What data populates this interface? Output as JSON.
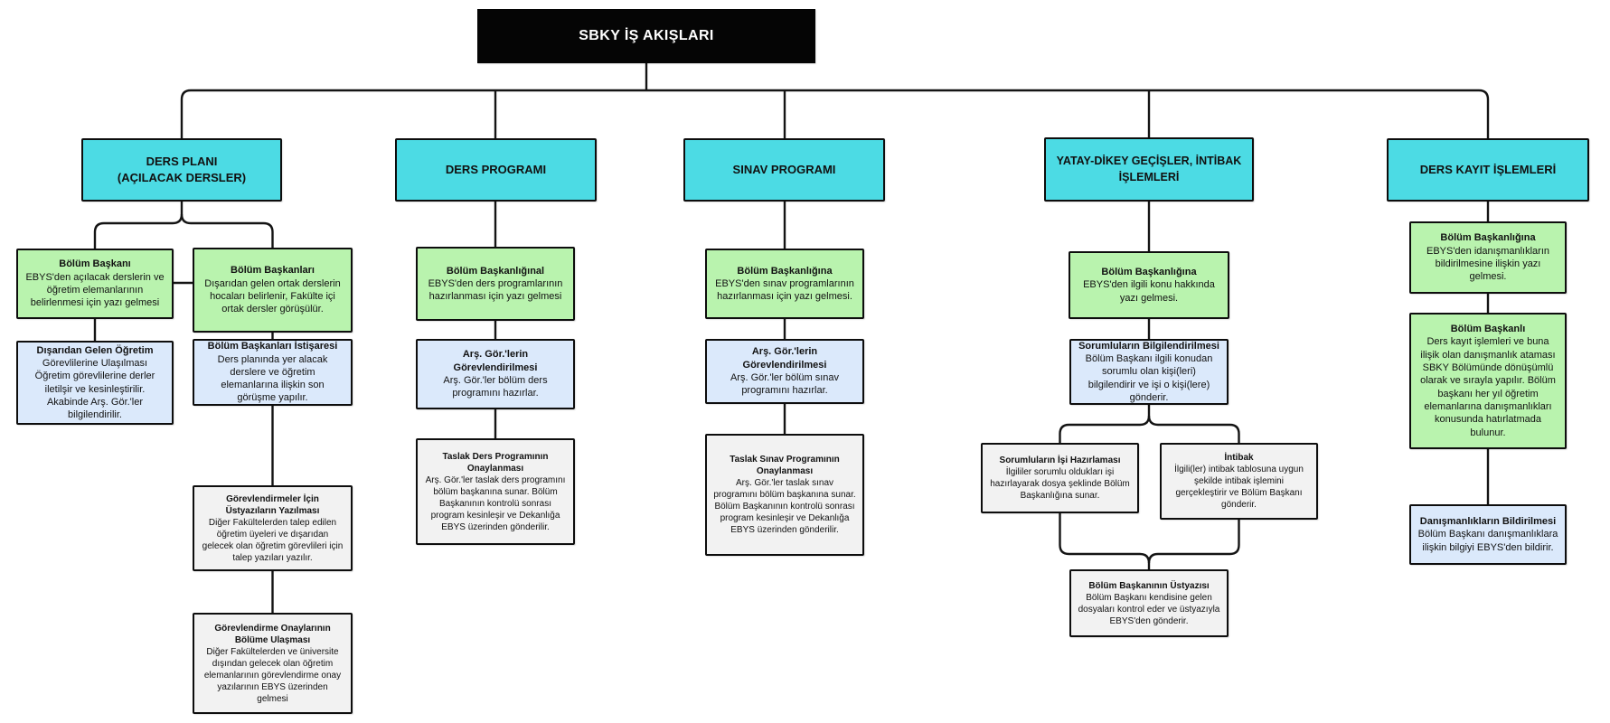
{
  "diagram": {
    "title": "SBKY İŞ AKIŞLARI",
    "colors": {
      "title_bg": "#050505",
      "title_text": "#ffffff",
      "header_fill": "#4cdbe4",
      "start_fill": "#b9f3ae",
      "info_fill": "#dbe9fb",
      "task_fill": "#f2f2f2",
      "node_border": "#0d0d0d",
      "line": "#141414"
    },
    "branches": {
      "ders_plani": {
        "header": "DERS PLANI\n(AÇILACAK DERSLER)",
        "nodes": {
          "bolum_baskani": {
            "title": "Bölüm Başkanı",
            "body": "EBYS'den açılacak derslerin ve öğretim elemanlarının belirlenmesi için yazı gelmesi"
          },
          "bolum_baskanlari": {
            "title": "Bölüm Başkanları",
            "body": "Dışarıdan gelen ortak derslerin hocaları belirlenir, Fakülte içi ortak dersler görüşülür."
          },
          "disaridan_gelen": {
            "title": "Dışarıdan Gelen Öğretim",
            "body": "Görevlilerine Ulaşılması\nÖğretim görevlilerine derler iletilşir ve kesinleştirilir. Akabinde Arş. Gör.'ler bilgilendirilir."
          },
          "istisare": {
            "title": "Bölüm Başkanları İstişaresi",
            "body": "Ders planında yer alacak derslere ve öğretim elemanlarına ilişkin son görüşme yapılır."
          },
          "ustyazilar": {
            "title": "Görevlendirmeler İçin Üstyazıların Yazılması",
            "body": "Diğer Fakültelerden talep edilen öğretim üyeleri ve dışarıdan gelecek olan öğretim görevlileri için talep yazıları yazılır."
          },
          "onaylar": {
            "title": "Görevlendirme Onaylarının Bölüme Ulaşması",
            "body": "Diğer Fakültelerden ve üniversite dışından gelecek olan öğretim elemanlarının görevlendirme onay yazılarının EBYS üzerinden gelmesi"
          }
        }
      },
      "ders_programi": {
        "header": "DERS PROGRAMI",
        "nodes": {
          "baskanligina": {
            "title": "Bölüm Başkanlığınal",
            "body": "EBYS'den ders programlarının hazırlanması için yazı gelmesi"
          },
          "gorevlendirme": {
            "title": "Arş. Gör.'lerin Görevlendirilmesi",
            "body": "Arş. Gör.'ler bölüm ders programını hazırlar."
          },
          "taslak": {
            "title": "Taslak Ders Programının Onaylanması",
            "body": "Arş. Gör.'ler taslak ders programını bölüm başkanına sunar. Bölüm Başkanının kontrolü sonrası program kesinleşir ve Dekanlığa EBYS üzerinden gönderilir."
          }
        }
      },
      "sinav_programi": {
        "header": "SINAV PROGRAMI",
        "nodes": {
          "baskanligina": {
            "title": "Bölüm Başkanlığına",
            "body": "EBYS'den sınav programlarının hazırlanması için yazı gelmesi."
          },
          "gorevlendirme": {
            "title": "Arş. Gör.'lerin Görevlendirilmesi",
            "body": "Arş. Gör.'ler bölüm sınav programını hazırlar."
          },
          "taslak": {
            "title": "Taslak Sınav Programının Onaylanması",
            "body": "Arş. Gör.'ler taslak sınav programını bölüm başkanına sunar. Bölüm Başkanının kontrolü sonrası program kesinleşir ve Dekanlığa EBYS üzerinden gönderilir."
          }
        }
      },
      "gecisler": {
        "header": "YATAY-DİKEY GEÇİŞLER, İNTİBAK\nİŞLEMLERİ",
        "nodes": {
          "baskanligina": {
            "title": "Bölüm Başkanlığına",
            "body": "EBYS'den ilgili konu hakkında yazı gelmesi."
          },
          "bilgilendirme": {
            "title": "Sorumluların Bilgilendirilmesi",
            "body": "Bölüm Başkanı ilgili konudan sorumlu olan kişi(leri) bilgilendirir ve işi o kişi(lere) gönderir."
          },
          "isi_hazirlama": {
            "title": "Sorumluların İşi Hazırlaması",
            "body": "İlgililer sorumlu oldukları işi hazırlayarak dosya şeklinde Bölüm Başkanlığına sunar."
          },
          "intibak": {
            "title": "İntibak",
            "body": "İlgili(ler) intibak tablosuna uygun şekilde intibak işlemini gerçekleştirir ve Bölüm Başkanı gönderir."
          },
          "ustyazi": {
            "title": "Bölüm Başkanının Üstyazısı",
            "body": "Bölüm Başkanı kendisine gelen dosyaları kontrol eder ve üstyazıyla EBYS'den gönderir."
          }
        }
      },
      "ders_kayit": {
        "header": "DERS KAYIT İŞLEMLERİ",
        "nodes": {
          "baskanligina": {
            "title": "Bölüm Başkanlığına",
            "body": "EBYS'den idanışmanlıkların bildirilmesine ilişkin yazı gelmesi."
          },
          "baskanli": {
            "title": "Bölüm Başkanlı",
            "body": "Ders kayıt işlemleri ve buna ilişik olan danışmanlık ataması SBKY Bölümünde dönüşümlü olarak ve sırayla yapılır. Bölüm başkanı her yıl öğretim elemanlarına danışmanlıkları konusunda hatırlatmada bulunur."
          },
          "bildirilme": {
            "title": "Danışmanlıkların Bildirilmesi",
            "body": "Bölüm Başkanı danışmanlıklara ilişkin bilgiyi EBYS'den bildirir."
          }
        }
      }
    }
  }
}
